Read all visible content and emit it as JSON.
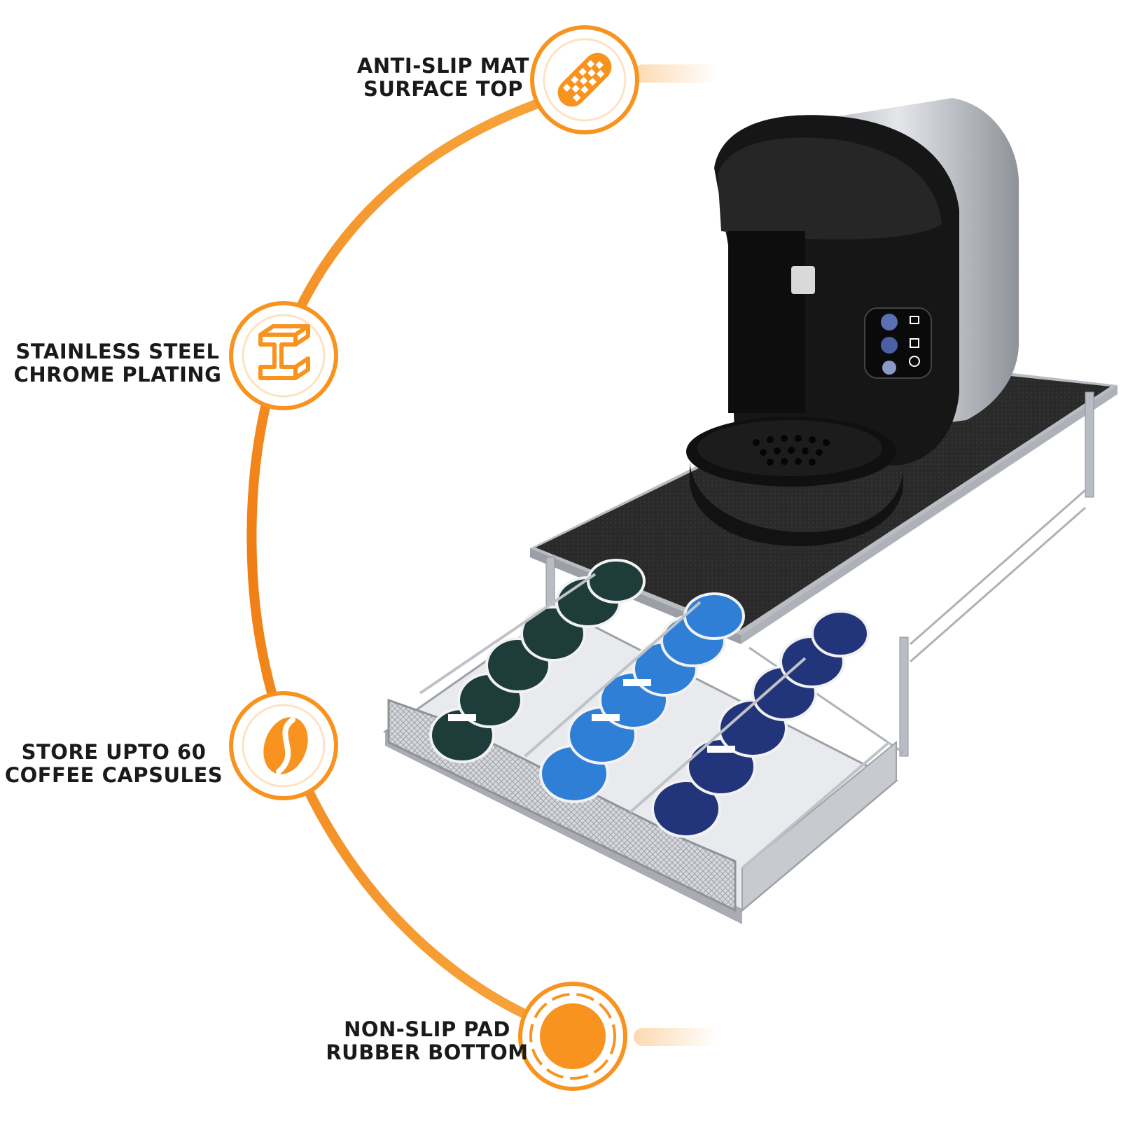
{
  "colors": {
    "accent": "#f7931e",
    "accent_dark": "#f07d12",
    "text": "#1a1a1a",
    "steel": "#b9bcc2",
    "mat": "#2b2b2b",
    "capsule_blue": "#2f7fd6",
    "capsule_navy": "#22357a",
    "capsule_green": "#1e3d3a"
  },
  "features": [
    {
      "line1": "ANTI-SLIP MAT",
      "line2": "SURFACE TOP",
      "icon": "anti-slip-mat-icon"
    },
    {
      "line1": "STAINLESS STEEL",
      "line2": "CHROME PLATING",
      "icon": "steel-beam-icon"
    },
    {
      "line1": "STORE UPTO 60",
      "line2": "COFFEE CAPSULES",
      "icon": "coffee-bean-icon"
    },
    {
      "line1": "NON-SLIP PAD",
      "line2": "RUBBER BOTTOM",
      "icon": "rubber-pad-icon"
    }
  ]
}
